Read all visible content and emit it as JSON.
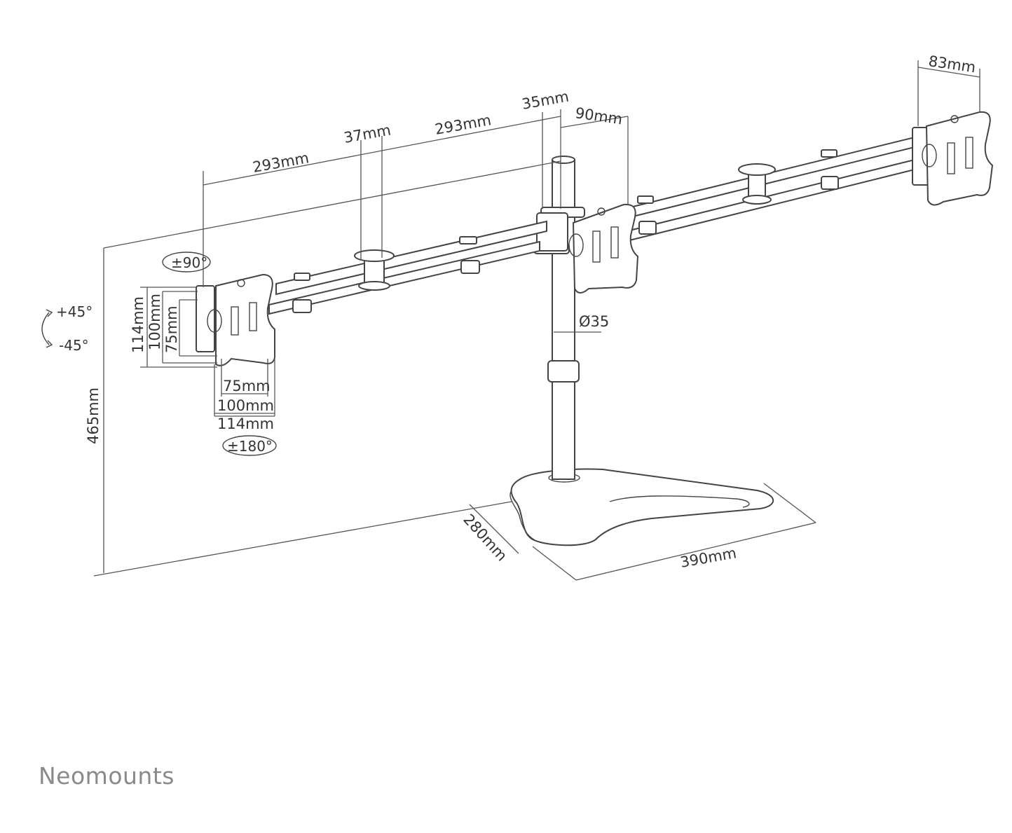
{
  "brand": "Neomounts",
  "dimensions": {
    "arm_left": "293mm",
    "arm_right": "293mm",
    "clamp_width": "37mm",
    "pole_width": "35mm",
    "center_offset": "90mm",
    "plate_depth": "83mm",
    "pole_diameter": "Ø35",
    "total_height": "465mm",
    "vesa_h_114": "114mm",
    "vesa_h_100": "100mm",
    "vesa_h_75": "75mm",
    "vesa_w_75": "75mm",
    "vesa_w_100": "100mm",
    "vesa_w_114": "114mm",
    "base_depth": "280mm",
    "base_width": "390mm"
  },
  "rotations": {
    "swivel": "±90°",
    "tilt_up": "+45°",
    "tilt_down": "-45°",
    "rotate": "±180°"
  },
  "colors": {
    "line": "#444444",
    "brand": "#8a8a8a"
  }
}
